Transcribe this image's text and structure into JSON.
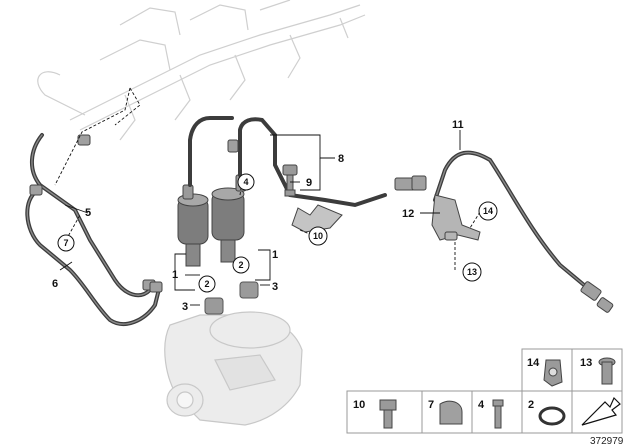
{
  "diagram": {
    "reference_number": "372979",
    "callouts": {
      "c1a": "1",
      "c1b": "1",
      "c3a": "3",
      "c3b": "3",
      "c5": "5",
      "c6": "6",
      "c8": "8",
      "c9": "9",
      "c11": "11",
      "c12": "12"
    },
    "circled": {
      "k2a": "2",
      "k2b": "2",
      "k4": "4",
      "k7": "7",
      "k10": "10",
      "k13": "13",
      "k14": "14"
    },
    "legend": {
      "top": [
        "14",
        "13"
      ],
      "bottom": [
        "10",
        "7",
        "4",
        "2"
      ]
    }
  }
}
